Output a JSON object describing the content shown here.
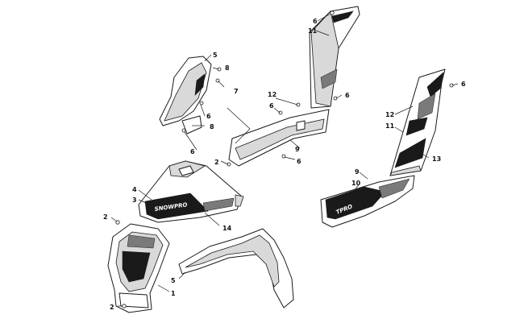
{
  "callouts": {
    "n6_top": "6",
    "n11_top": "11",
    "n5_top": "5",
    "n8_a": "8",
    "n7": "7",
    "n6_mid_left": "6",
    "n8_b": "8",
    "n6_low_left": "6",
    "n12_mid": "12",
    "n6_mid": "6",
    "n6_right_of_panel": "6",
    "n9_mid": "9",
    "n2_mid": "2",
    "n6_bottom_mid": "6",
    "n6_far_right": "6",
    "n12_right": "12",
    "n11_right": "11",
    "n13": "13",
    "n9_right": "9",
    "n10": "10",
    "n4": "4",
    "n3": "3",
    "n14": "14",
    "n2_left": "2",
    "n5_low": "5",
    "n1": "1",
    "n2_bottom": "2"
  },
  "decals": {
    "hood_text": "SNOWPRO",
    "panel_text": "TPRO"
  },
  "colors": {
    "line": "#1a1a1a",
    "fill": "#ffffff",
    "shade": "#d9d9d9",
    "decal": "#1a1a1a"
  }
}
